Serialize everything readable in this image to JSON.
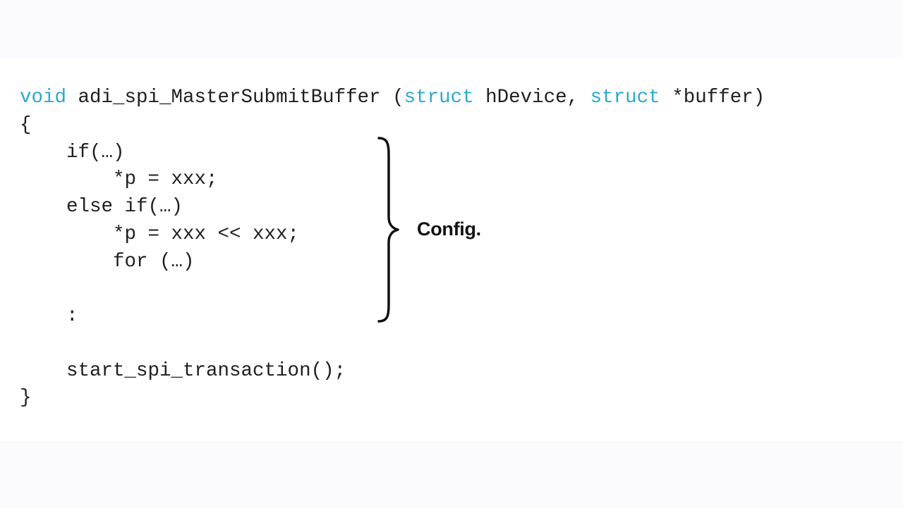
{
  "colors": {
    "background": "#fbfbfd",
    "code_text": "#1f1f1f",
    "keyword": "#2aa9d3",
    "brace": "#111111"
  },
  "code": {
    "signature": {
      "return_type": "void",
      "function_name": " adi_spi_MasterSubmitBuffer (",
      "param1_type": "struct",
      "param1_name": " hDevice, ",
      "param2_type": "struct",
      "param2_name": " *buffer)"
    },
    "open_brace": "{",
    "body_lines": [
      "    if(…)",
      "        *p = xxx;",
      "    else if(…)",
      "        *p = xxx << xxx;",
      "        for (…)",
      "",
      "    :",
      "",
      "    start_spi_transaction();"
    ],
    "close_brace": "}"
  },
  "annotation": {
    "label": "Config."
  }
}
